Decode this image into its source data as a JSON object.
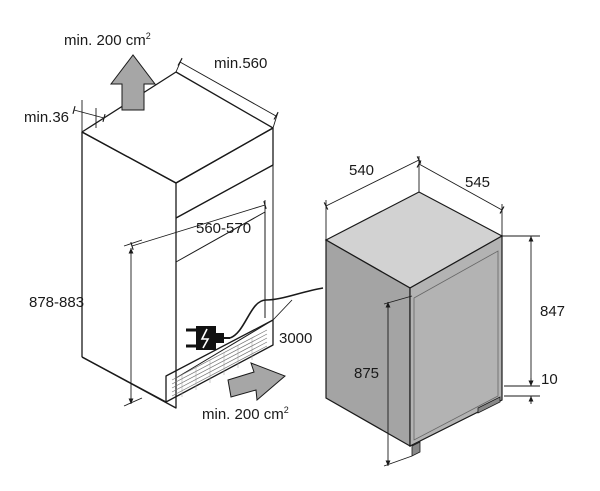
{
  "labels": {
    "vent_top_prefix": "min. 200 cm",
    "vent_top_sup": "2",
    "niche_width": "min.560",
    "gap_side": "min.36",
    "opening_width": "560-570",
    "niche_height": "878-883",
    "cable_length": "3000",
    "vent_bottom_prefix": "min. 200 cm",
    "vent_bottom_sup": "2",
    "appliance_width": "540",
    "appliance_depth": "545",
    "appliance_height_right": "847",
    "appliance_height_front": "875",
    "foot_height": "10"
  },
  "colors": {
    "appliance_front": "#b3b3b3",
    "appliance_top": "#d2d2d2",
    "appliance_side": "#a4a4a4",
    "vent_arrow": "#a6a6a6",
    "lines": "#1a1a1a"
  },
  "icons": [
    "arrow-up-icon",
    "arrow-right-icon",
    "power-plug-icon"
  ]
}
